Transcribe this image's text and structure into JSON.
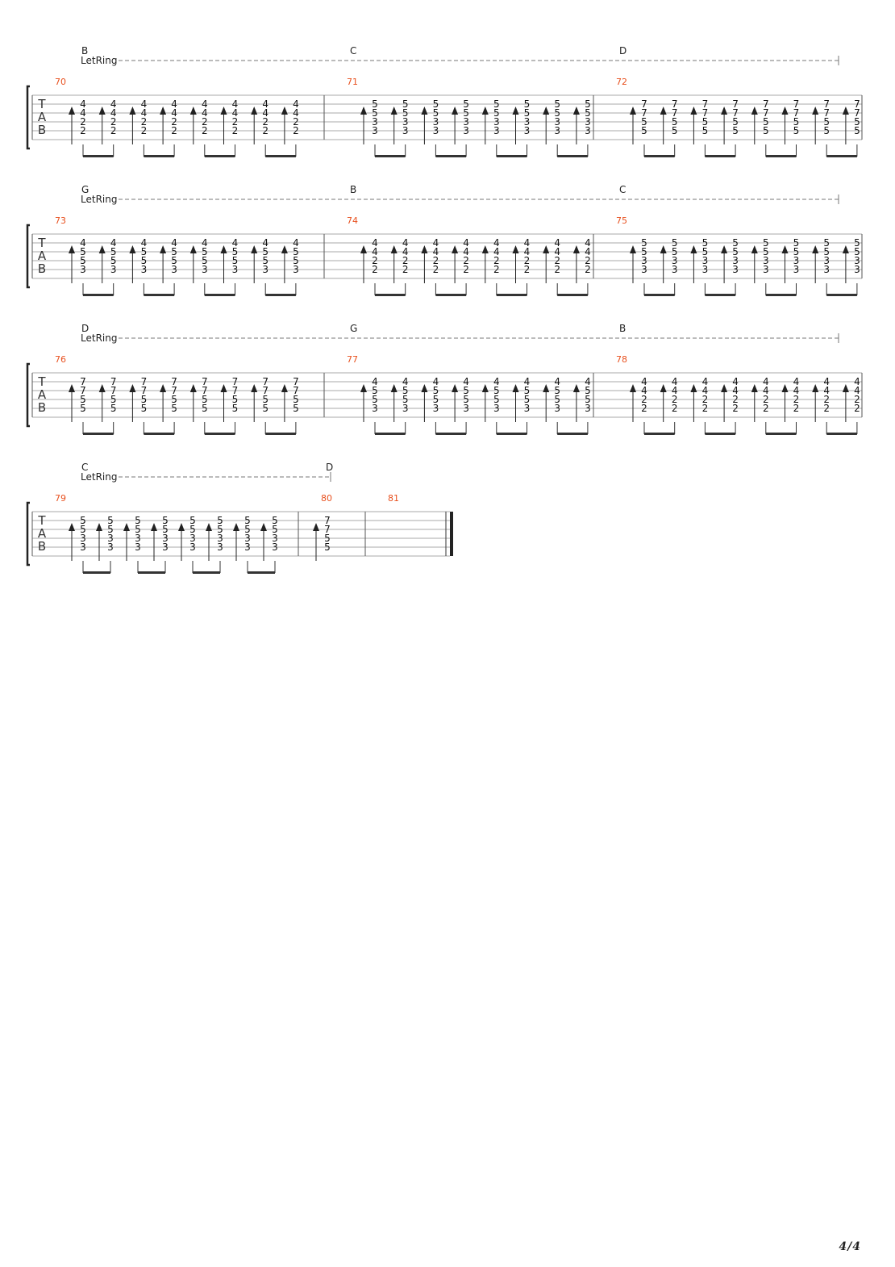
{
  "page": {
    "number": "4/4"
  },
  "labels": {
    "let_ring": "LetRing",
    "tab_clef": [
      "T",
      "A",
      "B"
    ]
  },
  "chords": {
    "B": [
      "4",
      "4",
      "2",
      "2"
    ],
    "C": [
      "5",
      "5",
      "3",
      "3"
    ],
    "D": [
      "7",
      "7",
      "5",
      "5"
    ],
    "G": [
      "4",
      "5",
      "5",
      "3"
    ]
  },
  "systems": [
    {
      "measures": [
        {
          "number": "70",
          "chord": "B",
          "strokes": 8
        },
        {
          "number": "71",
          "chord": "C",
          "strokes": 8
        },
        {
          "number": "72",
          "chord": "D",
          "strokes": 8
        }
      ],
      "let_ring_end": true
    },
    {
      "measures": [
        {
          "number": "73",
          "chord": "G",
          "strokes": 8
        },
        {
          "number": "74",
          "chord": "B",
          "strokes": 8
        },
        {
          "number": "75",
          "chord": "C",
          "strokes": 8
        }
      ],
      "let_ring_end": true
    },
    {
      "measures": [
        {
          "number": "76",
          "chord": "D",
          "strokes": 8
        },
        {
          "number": "77",
          "chord": "G",
          "strokes": 8
        },
        {
          "number": "78",
          "chord": "B",
          "strokes": 8
        }
      ],
      "let_ring_end": true
    },
    {
      "measures": [
        {
          "number": "79",
          "chord": "C",
          "strokes": 8
        },
        {
          "number": "80",
          "chord": "D",
          "strokes": 1
        },
        {
          "number": "81",
          "chord": "",
          "strokes": 0
        }
      ],
      "let_ring_end": true,
      "final": true
    }
  ]
}
